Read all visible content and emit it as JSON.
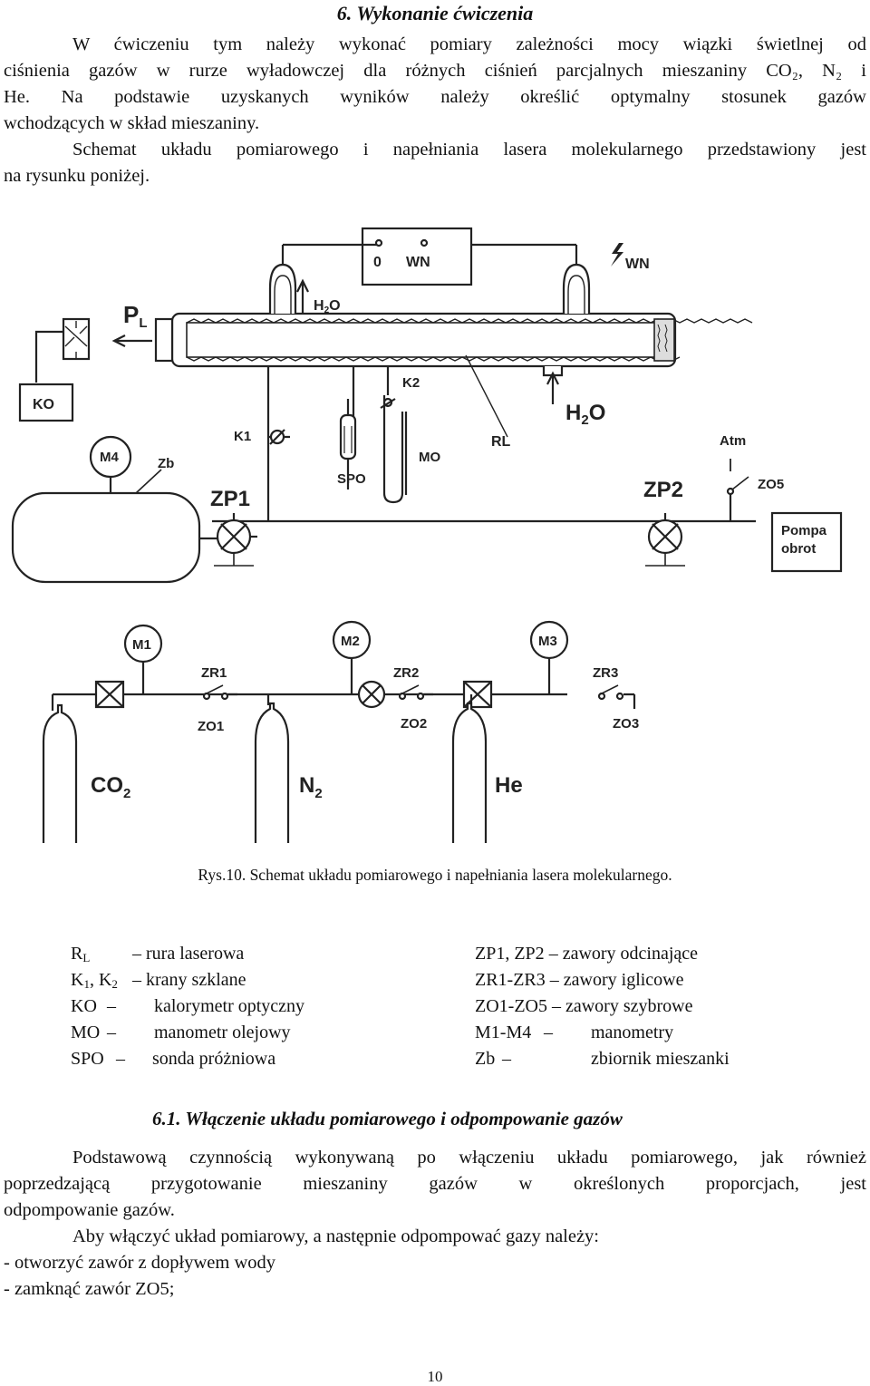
{
  "heading": "6. Wykonanie ćwiczenia",
  "intro": {
    "p1_lines": [
      "W ćwiczeniu tym należy wykonać pomiary zależności mocy wiązki świetlnej od",
      "ciśnienia gazów w rurze wyładowczej dla różnych ciśnień parcjalnych mieszaniny CO₂, N₂ i",
      "He. Na podstawie uzyskanych wyników należy określić optymalny stosunek gazów",
      "wchodzących w skład mieszaniny."
    ],
    "p2_lines": [
      "Schemat układu pomiarowego i napełniania lasera molekularnego przedstawiony jest",
      "na rysunku poniżej."
    ]
  },
  "diagram": {
    "labels": {
      "zero": "0",
      "wn": "WN",
      "wn2": "WN",
      "pl": "P",
      "pl_sub": "L",
      "h2o_top": "H",
      "h2o_top_sub": "2",
      "h2o_top_o": "O",
      "k2": "K2",
      "ko": "KO",
      "h2o_big": "H",
      "h2o_big_sub": "2",
      "h2o_big_o": "O",
      "m4": "M4",
      "zb": "Zb",
      "k1": "K1",
      "mo": "MO",
      "rl": "RL",
      "atm": "Atm",
      "spo": "SPO",
      "zo5": "ZO5",
      "zp1": "ZP1",
      "zp2": "ZP2",
      "pompa": "Pompa",
      "obrot": "obrot",
      "m1": "M1",
      "m2": "M2",
      "m3": "M3",
      "zr1": "ZR1",
      "zr2": "ZR2",
      "zr3": "ZR3",
      "zo1": "ZO1",
      "zo2": "ZO2",
      "zo3": "ZO3",
      "co2": "CO",
      "co2_sub": "2",
      "n2": "N",
      "n2_sub": "2",
      "he": "He"
    }
  },
  "caption": "Rys.10. Schemat układu pomiarowego i napełniania lasera molekularnego.",
  "legend": {
    "left": [
      {
        "abbr": "R",
        "sub": "L",
        "dash": "–",
        "desc": "rura laserowa"
      },
      {
        "abbr": "K1, K2",
        "dash": "–",
        "desc": "krany szklane"
      },
      {
        "abbr": "KO",
        "dash": "–",
        "desc": "kalorymetr optyczny"
      },
      {
        "abbr": "MO",
        "dash": "–",
        "desc": "manometr olejowy"
      },
      {
        "abbr": "SPO",
        "dash": "–",
        "desc": "sonda próżniowa"
      }
    ],
    "right": [
      {
        "abbr": "ZP1, ZP2",
        "dash": "–",
        "desc": "zawory odcinające"
      },
      {
        "abbr": "ZR1-ZR3",
        "dash": "–",
        "desc": "zawory iglicowe"
      },
      {
        "abbr": "ZO1-ZO5",
        "dash": "–",
        "desc": "zawory szybrowe"
      },
      {
        "abbr": "M1-M4",
        "dash": "–",
        "desc": "manometry"
      },
      {
        "abbr": "Zb",
        "dash": "–",
        "desc": "zbiornik mieszanki"
      }
    ]
  },
  "section_title": "6.1. Włączenie układu pomiarowego i odpompowanie gazów",
  "body": {
    "p3_lines": [
      "Podstawową czynnością wykonywaną po włączeniu układu pomiarowego, jak również",
      "poprzedzającą przygotowanie mieszaniny gazów w określonych proporcjach, jest",
      "odpompowanie gazów."
    ],
    "p4_lines": [
      "Aby włączyć układ pomiarowy, a następnie odpompować gazy należy:",
      "- otworzyć zawór z dopływem wody",
      "- zamknąć zawór ZO5;"
    ]
  },
  "page_number": "10"
}
